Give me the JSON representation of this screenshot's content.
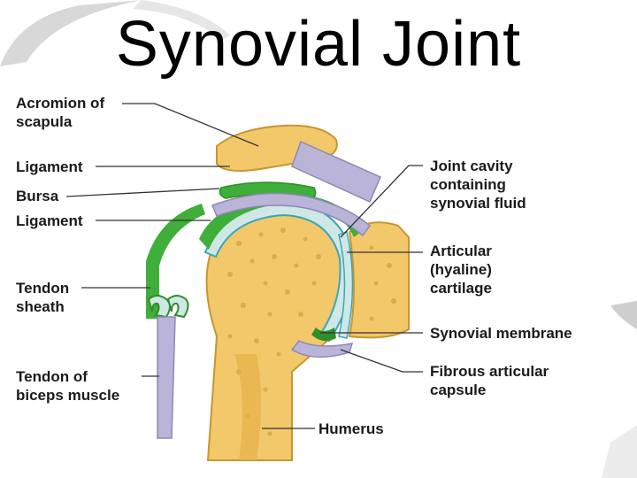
{
  "title": "Synovial Joint",
  "labels": {
    "acromion": "Acromion of\nscapula",
    "ligament_top": "Ligament",
    "bursa": "Bursa",
    "ligament_mid": "Ligament",
    "tendon_sheath": "Tendon\nsheath",
    "tendon_biceps": "Tendon of\nbiceps muscle",
    "joint_cavity": "Joint cavity\ncontaining\nsynovial fluid",
    "articular_cartilage": "Articular\n(hyaline)\ncartilage",
    "synovial_membrane": "Synovial membrane",
    "fibrous_capsule": "Fibrous articular\ncapsule",
    "humerus": "Humerus"
  },
  "colors": {
    "bone": "#f2c86a",
    "bone_dark": "#d9a540",
    "cartilage": "#cfe8e6",
    "synovial_green": "#3fae3a",
    "membrane_blue": "#3aa6b8",
    "ligament": "#b9b4d8",
    "leader_line": "#333333"
  }
}
